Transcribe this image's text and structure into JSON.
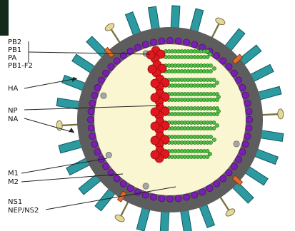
{
  "labels": {
    "pb2": "PB2",
    "pb1": "PB1",
    "pa": "PA",
    "pb1f2": "PB1-F2",
    "ha": "HA",
    "np": "NP",
    "na": "NA",
    "m1": "M1",
    "m2": "M2",
    "ns1": "NS1",
    "nep": "NEP/NS2"
  },
  "colors": {
    "interior": "#fbf6d2",
    "membrane_bead": "#7a1fb0",
    "membrane_bead_edge": "#4a0a75",
    "lipid_band": "#5d5d5d",
    "ha_spike": "#2c9aa0",
    "ha_spike_edge": "#0f5c60",
    "na_spike": "#e3d89a",
    "na_spike_edge": "#7b7140",
    "m2_channel": "#e36a2c",
    "m1_dot": "#a7a7a7",
    "rna_coil": "#4fbf44",
    "rna_coil_edge": "#1d6a1c",
    "polymerase": "#e0171e",
    "polymerase_edge": "#8a0b0f",
    "pointer_line": "#222222",
    "corner_block": "#142a1a"
  }
}
